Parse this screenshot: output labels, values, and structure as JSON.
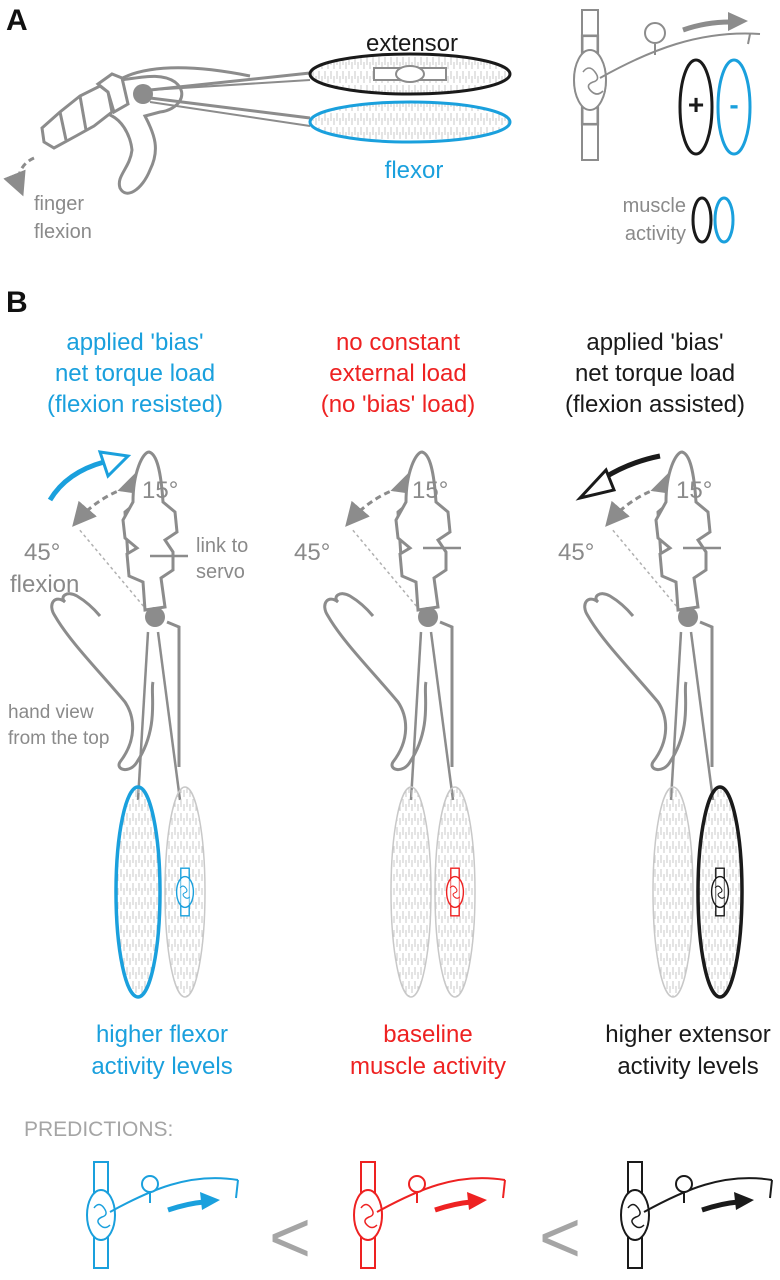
{
  "panel_a": {
    "letter": "A",
    "extensor_label": "extensor",
    "flexor_label": "flexor",
    "finger_flexion_line1": "finger",
    "finger_flexion_line2": "flexion",
    "plus_sign": "+",
    "minus_sign": "-",
    "muscle_activity_line1": "muscle",
    "muscle_activity_line2": "activity"
  },
  "panel_b": {
    "letter": "B",
    "columns": [
      {
        "id": "resisted",
        "color": "#1aa0dd",
        "heading": [
          "applied 'bias'",
          "net torque load",
          "(flexion resisted)"
        ],
        "outcome": [
          "higher flexor",
          "activity levels"
        ]
      },
      {
        "id": "baseline",
        "color": "#ee2222",
        "heading": [
          "no constant",
          "external load",
          "(no 'bias' load)"
        ],
        "outcome": [
          "baseline",
          "muscle activity"
        ]
      },
      {
        "id": "assisted",
        "color": "#1a1a1a",
        "heading": [
          "applied 'bias'",
          "net torque load",
          "(flexion assisted)"
        ],
        "outcome": [
          "higher extensor",
          "activity levels"
        ]
      }
    ],
    "angle_15": "15°",
    "angle_45": "45°",
    "flexion_label": "flexion",
    "link_label_line1": "link to",
    "link_label_line2": "servo",
    "hand_view_line1": "hand view",
    "hand_view_line2": "from the top",
    "predictions_label": "PREDICTIONS:",
    "less_than_symbol": "<"
  },
  "colors": {
    "gray": "#8c8c8c",
    "blue": "#1aa0dd",
    "red": "#ee2222",
    "black": "#1a1a1a"
  }
}
